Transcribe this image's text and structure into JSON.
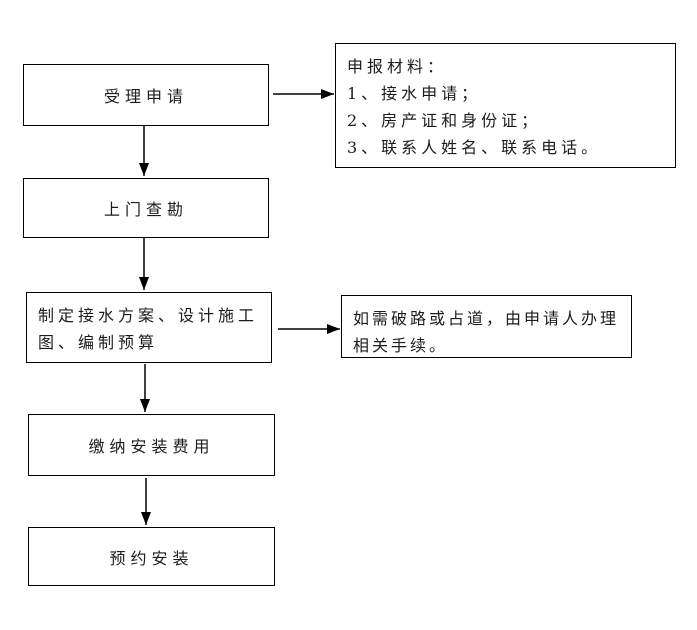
{
  "page": {
    "background": "#ffffff",
    "line_color": "#000000",
    "text_color": "#1c1c1c"
  },
  "flowchart": {
    "nodes": {
      "accept": {
        "label": "受理申请"
      },
      "survey": {
        "label": "上门查勘"
      },
      "plan": {
        "label": "制定接水方案、设计施工\n图、编制预算"
      },
      "pay": {
        "label": "缴纳安装费用"
      },
      "appoint": {
        "label": "预约安装"
      },
      "materials": {
        "label": "申报材料：\n1、接水申请；\n2、房产证和身份证；\n3、联系人姓名、联系电话。"
      },
      "road": {
        "label": "如需破路或占道，由申请人办理\n相关手续。"
      }
    },
    "edges": [
      {
        "from": "accept",
        "to": "materials",
        "direction": "right"
      },
      {
        "from": "accept",
        "to": "survey",
        "direction": "down"
      },
      {
        "from": "survey",
        "to": "plan",
        "direction": "down"
      },
      {
        "from": "plan",
        "to": "road",
        "direction": "right"
      },
      {
        "from": "plan",
        "to": "pay",
        "direction": "down"
      },
      {
        "from": "pay",
        "to": "appoint",
        "direction": "down"
      }
    ]
  }
}
